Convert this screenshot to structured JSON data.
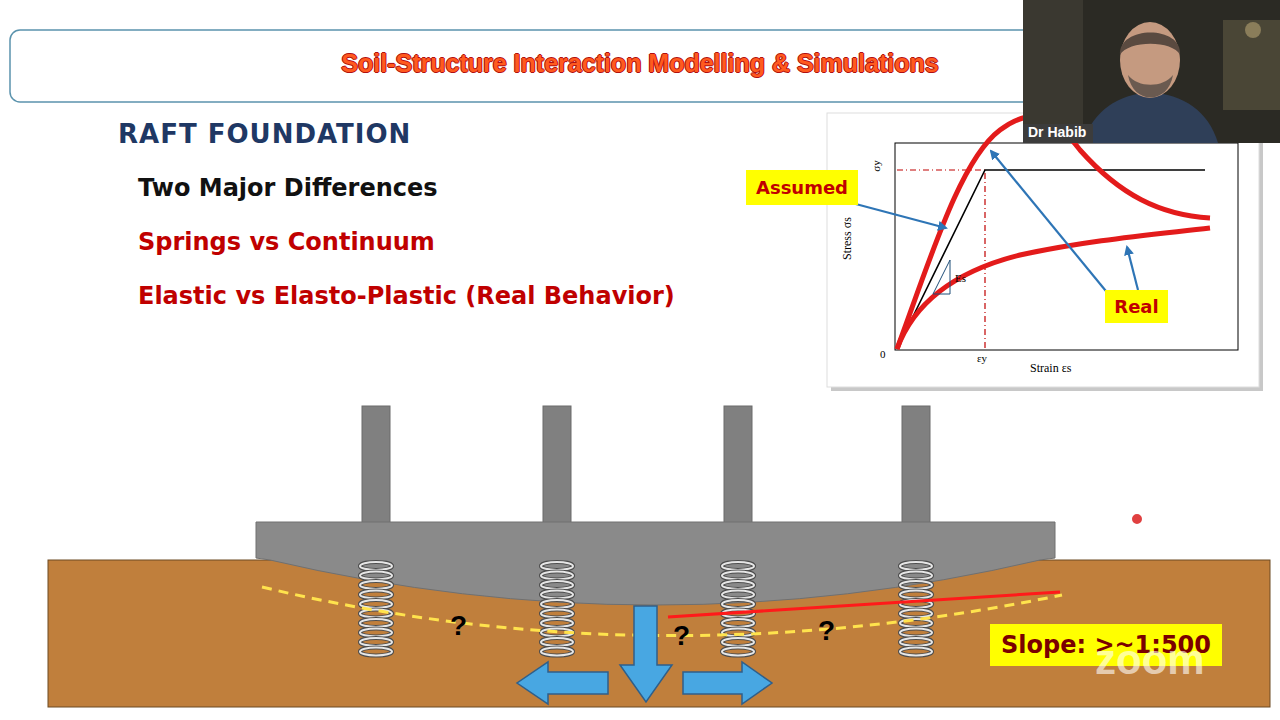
{
  "diagram": {
    "title": "Soil-Structure Interaction Modelling & Simulations",
    "nodes": [
      {
        "text": [
          "Assumed"
        ]
      },
      {
        "text": [
          "Real"
        ]
      },
      {
        "text": [
          "Slope: >~1:500"
        ]
      }
    ],
    "labels": [
      "RAFT FOUNDATION",
      "Two Major Differences",
      "Springs vs Continuum",
      "Elastic vs Elasto-Plastic (Real Behavior)",
      "σy",
      "εy",
      "Es",
      "0",
      "Stress σs",
      "Strain εs",
      "?",
      "?",
      "?",
      "Dr Habib",
      "zoom"
    ]
  }
}
